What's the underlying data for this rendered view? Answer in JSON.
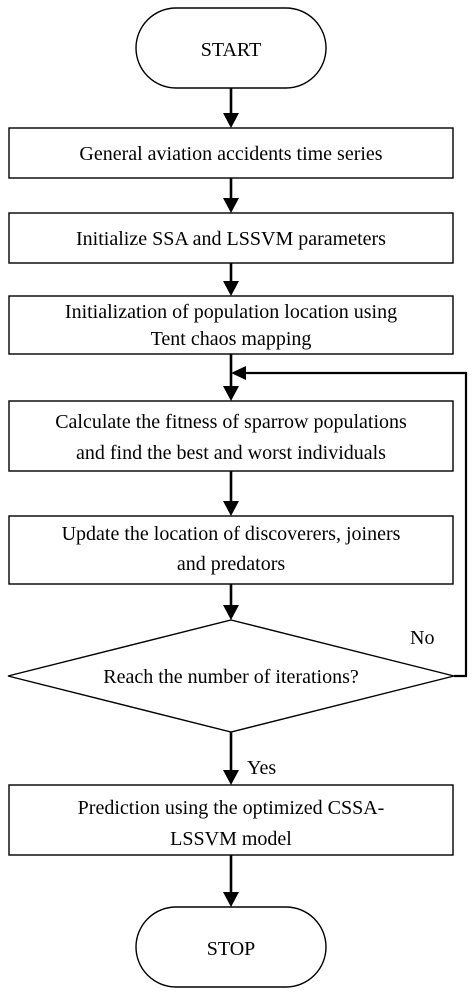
{
  "start": {
    "label": "START"
  },
  "step1": {
    "label": "General aviation accidents time series"
  },
  "step2": {
    "label": "Initialize SSA and LSSVM parameters"
  },
  "step3": {
    "lines": [
      "Initialization of population location using",
      "Tent chaos mapping"
    ]
  },
  "step4": {
    "lines": [
      "Calculate the fitness of sparrow populations",
      "and find the best and worst individuals"
    ]
  },
  "step5": {
    "lines": [
      "Update the location of discoverers, joiners",
      "and predators"
    ]
  },
  "decision": {
    "label": "Reach the number of iterations?",
    "no_label": "No",
    "yes_label": "Yes"
  },
  "step6": {
    "lines": [
      "Prediction using the optimized CSSA-",
      "LSSVM model"
    ]
  },
  "stop": {
    "label": "STOP"
  }
}
